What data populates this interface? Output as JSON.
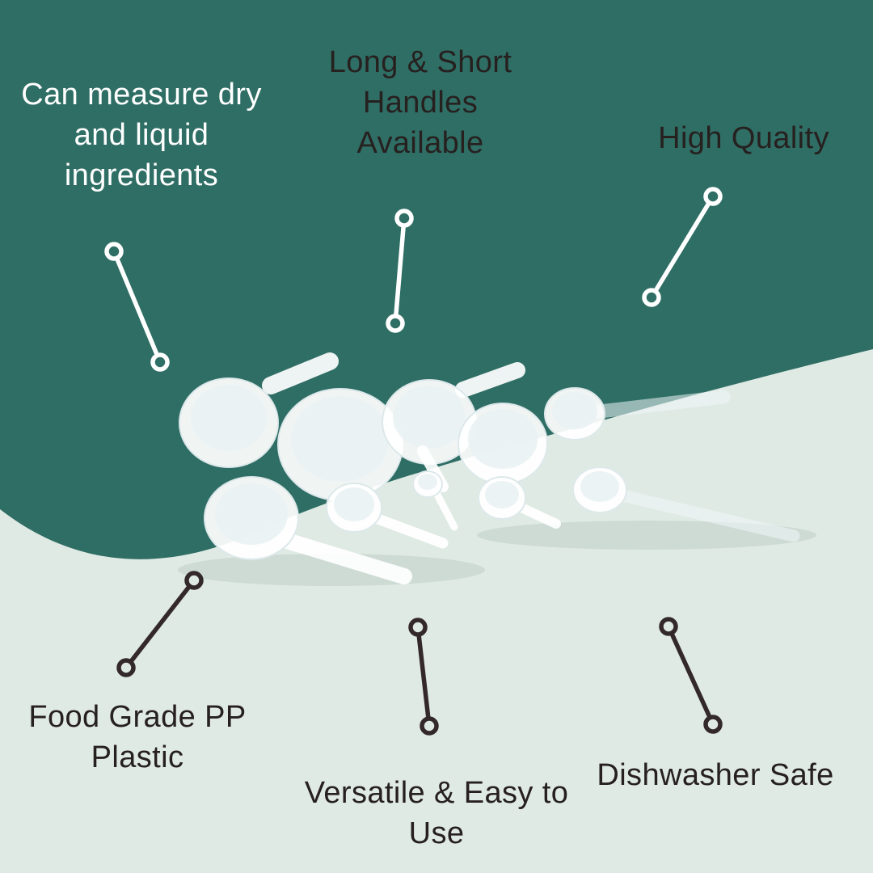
{
  "colors": {
    "teal": "#2f6e65",
    "mint": "#e0eae4",
    "light_line": "#ffffff",
    "dark_line": "#33292a",
    "white_text": "#ffffff",
    "dark_text": "#26201f"
  },
  "callouts": {
    "measure": {
      "lines": [
        "Can measure dry",
        "and liquid",
        "ingredients"
      ]
    },
    "handles": {
      "lines": [
        "Long & Short",
        "Handles",
        "Available"
      ]
    },
    "quality": {
      "text": "High Quality"
    },
    "food_grade": {
      "lines": [
        "Food Grade PP",
        "Plastic"
      ]
    },
    "versatile": {
      "lines": [
        "Versatile & Easy to",
        "Use"
      ]
    },
    "dishwasher": {
      "text": "Dishwasher Safe"
    }
  }
}
